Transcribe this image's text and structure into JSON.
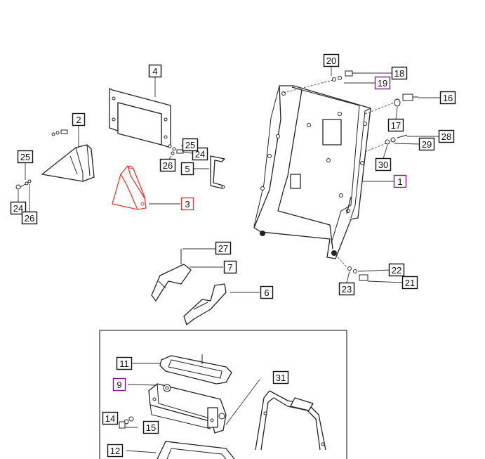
{
  "colors": {
    "default_box": "#111111",
    "selected_box": "#e53935",
    "variant_box": "#7b1f7a"
  },
  "callouts": [
    {
      "label": "1",
      "style": "variant"
    },
    {
      "label": "2",
      "style": "default"
    },
    {
      "label": "3",
      "style": "selected"
    },
    {
      "label": "4",
      "style": "default"
    },
    {
      "label": "5",
      "style": "default"
    },
    {
      "label": "6",
      "style": "default"
    },
    {
      "label": "7",
      "style": "default"
    },
    {
      "label": "9",
      "style": "variant"
    },
    {
      "label": "11",
      "style": "default"
    },
    {
      "label": "12",
      "style": "default"
    },
    {
      "label": "14",
      "style": "default"
    },
    {
      "label": "15",
      "style": "default"
    },
    {
      "label": "16",
      "style": "default"
    },
    {
      "label": "17",
      "style": "default"
    },
    {
      "label": "18",
      "style": "default"
    },
    {
      "label": "19",
      "style": "variant"
    },
    {
      "label": "20",
      "style": "default"
    },
    {
      "label": "21",
      "style": "default"
    },
    {
      "label": "22",
      "style": "default"
    },
    {
      "label": "23",
      "style": "default"
    },
    {
      "label": "24",
      "style": "default"
    },
    {
      "label": "24",
      "style": "default"
    },
    {
      "label": "25",
      "style": "default"
    },
    {
      "label": "25",
      "style": "default"
    },
    {
      "label": "26",
      "style": "default"
    },
    {
      "label": "26",
      "style": "default"
    },
    {
      "label": "27",
      "style": "default"
    },
    {
      "label": "28",
      "style": "default"
    },
    {
      "label": "29",
      "style": "default"
    },
    {
      "label": "30",
      "style": "default"
    },
    {
      "label": "31",
      "style": "default"
    }
  ]
}
